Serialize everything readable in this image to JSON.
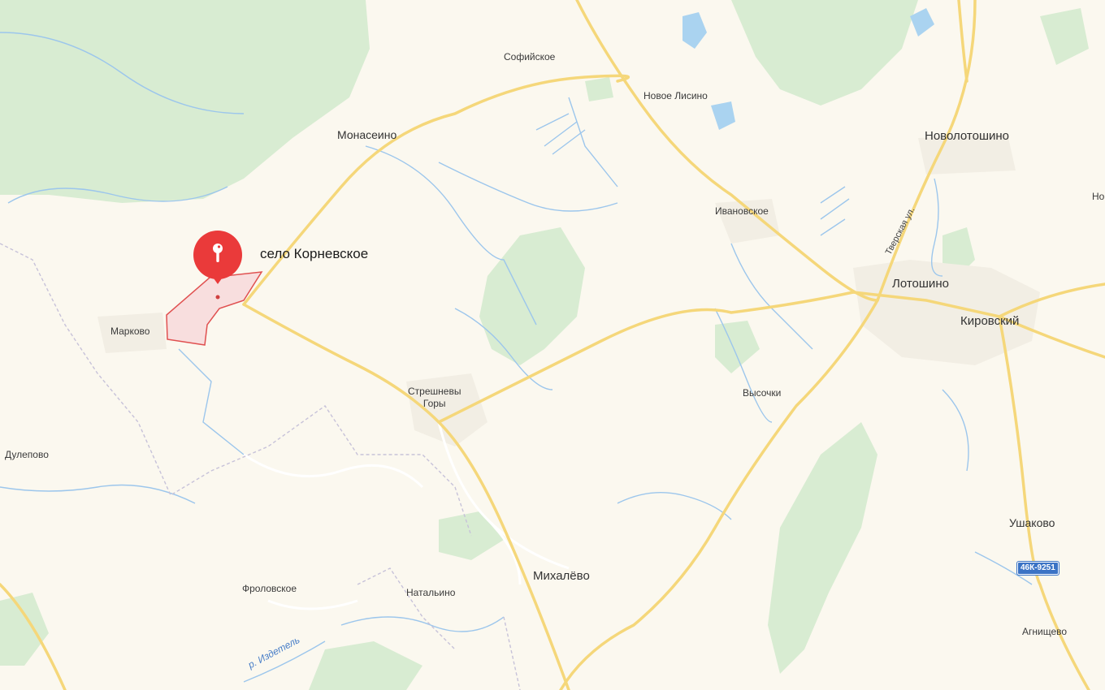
{
  "map": {
    "selected_place": {
      "label": "село Корневское",
      "marker_icon": "map-pin-icon",
      "marker_color": "#ea3a3a"
    },
    "places": [
      {
        "id": "sofiiskoe",
        "name": "Софийское"
      },
      {
        "id": "novoe-lisino",
        "name": "Новое Лисино"
      },
      {
        "id": "monaseino",
        "name": "Монасеино"
      },
      {
        "id": "novolotoshino",
        "name": "Новолотошино"
      },
      {
        "id": "ivanovskoe",
        "name": "Ивановское"
      },
      {
        "id": "lotoshino",
        "name": "Лотошино"
      },
      {
        "id": "kirovsky",
        "name": "Кировский"
      },
      {
        "id": "markovo",
        "name": "Марково"
      },
      {
        "id": "streshnevy-gory",
        "name": "Стрешневы\nГоры"
      },
      {
        "id": "vysochki",
        "name": "Высочки"
      },
      {
        "id": "dulepovo",
        "name": "Дулепово"
      },
      {
        "id": "ushakovo",
        "name": "Ушаково"
      },
      {
        "id": "mikhalevo",
        "name": "Михалёво"
      },
      {
        "id": "frolovskoe",
        "name": "Фроловское"
      },
      {
        "id": "natalino",
        "name": "Натальино"
      },
      {
        "id": "agnishchevo",
        "name": "Агнищево"
      },
      {
        "id": "edge-label",
        "name": "Но"
      }
    ],
    "river_label": "р. Издетель",
    "street_label": "Тверская ул.",
    "road_shield": "46К-9251",
    "colors": {
      "background": "#fbf8ef",
      "forest": "#d8ecd2",
      "water": "#aad3f0",
      "major_road": "#f5d77a",
      "river_line": "#9cc6ec",
      "boundary": "#e05050",
      "boundary_fill": "#f8dede",
      "shield": "#3b73c5"
    }
  }
}
